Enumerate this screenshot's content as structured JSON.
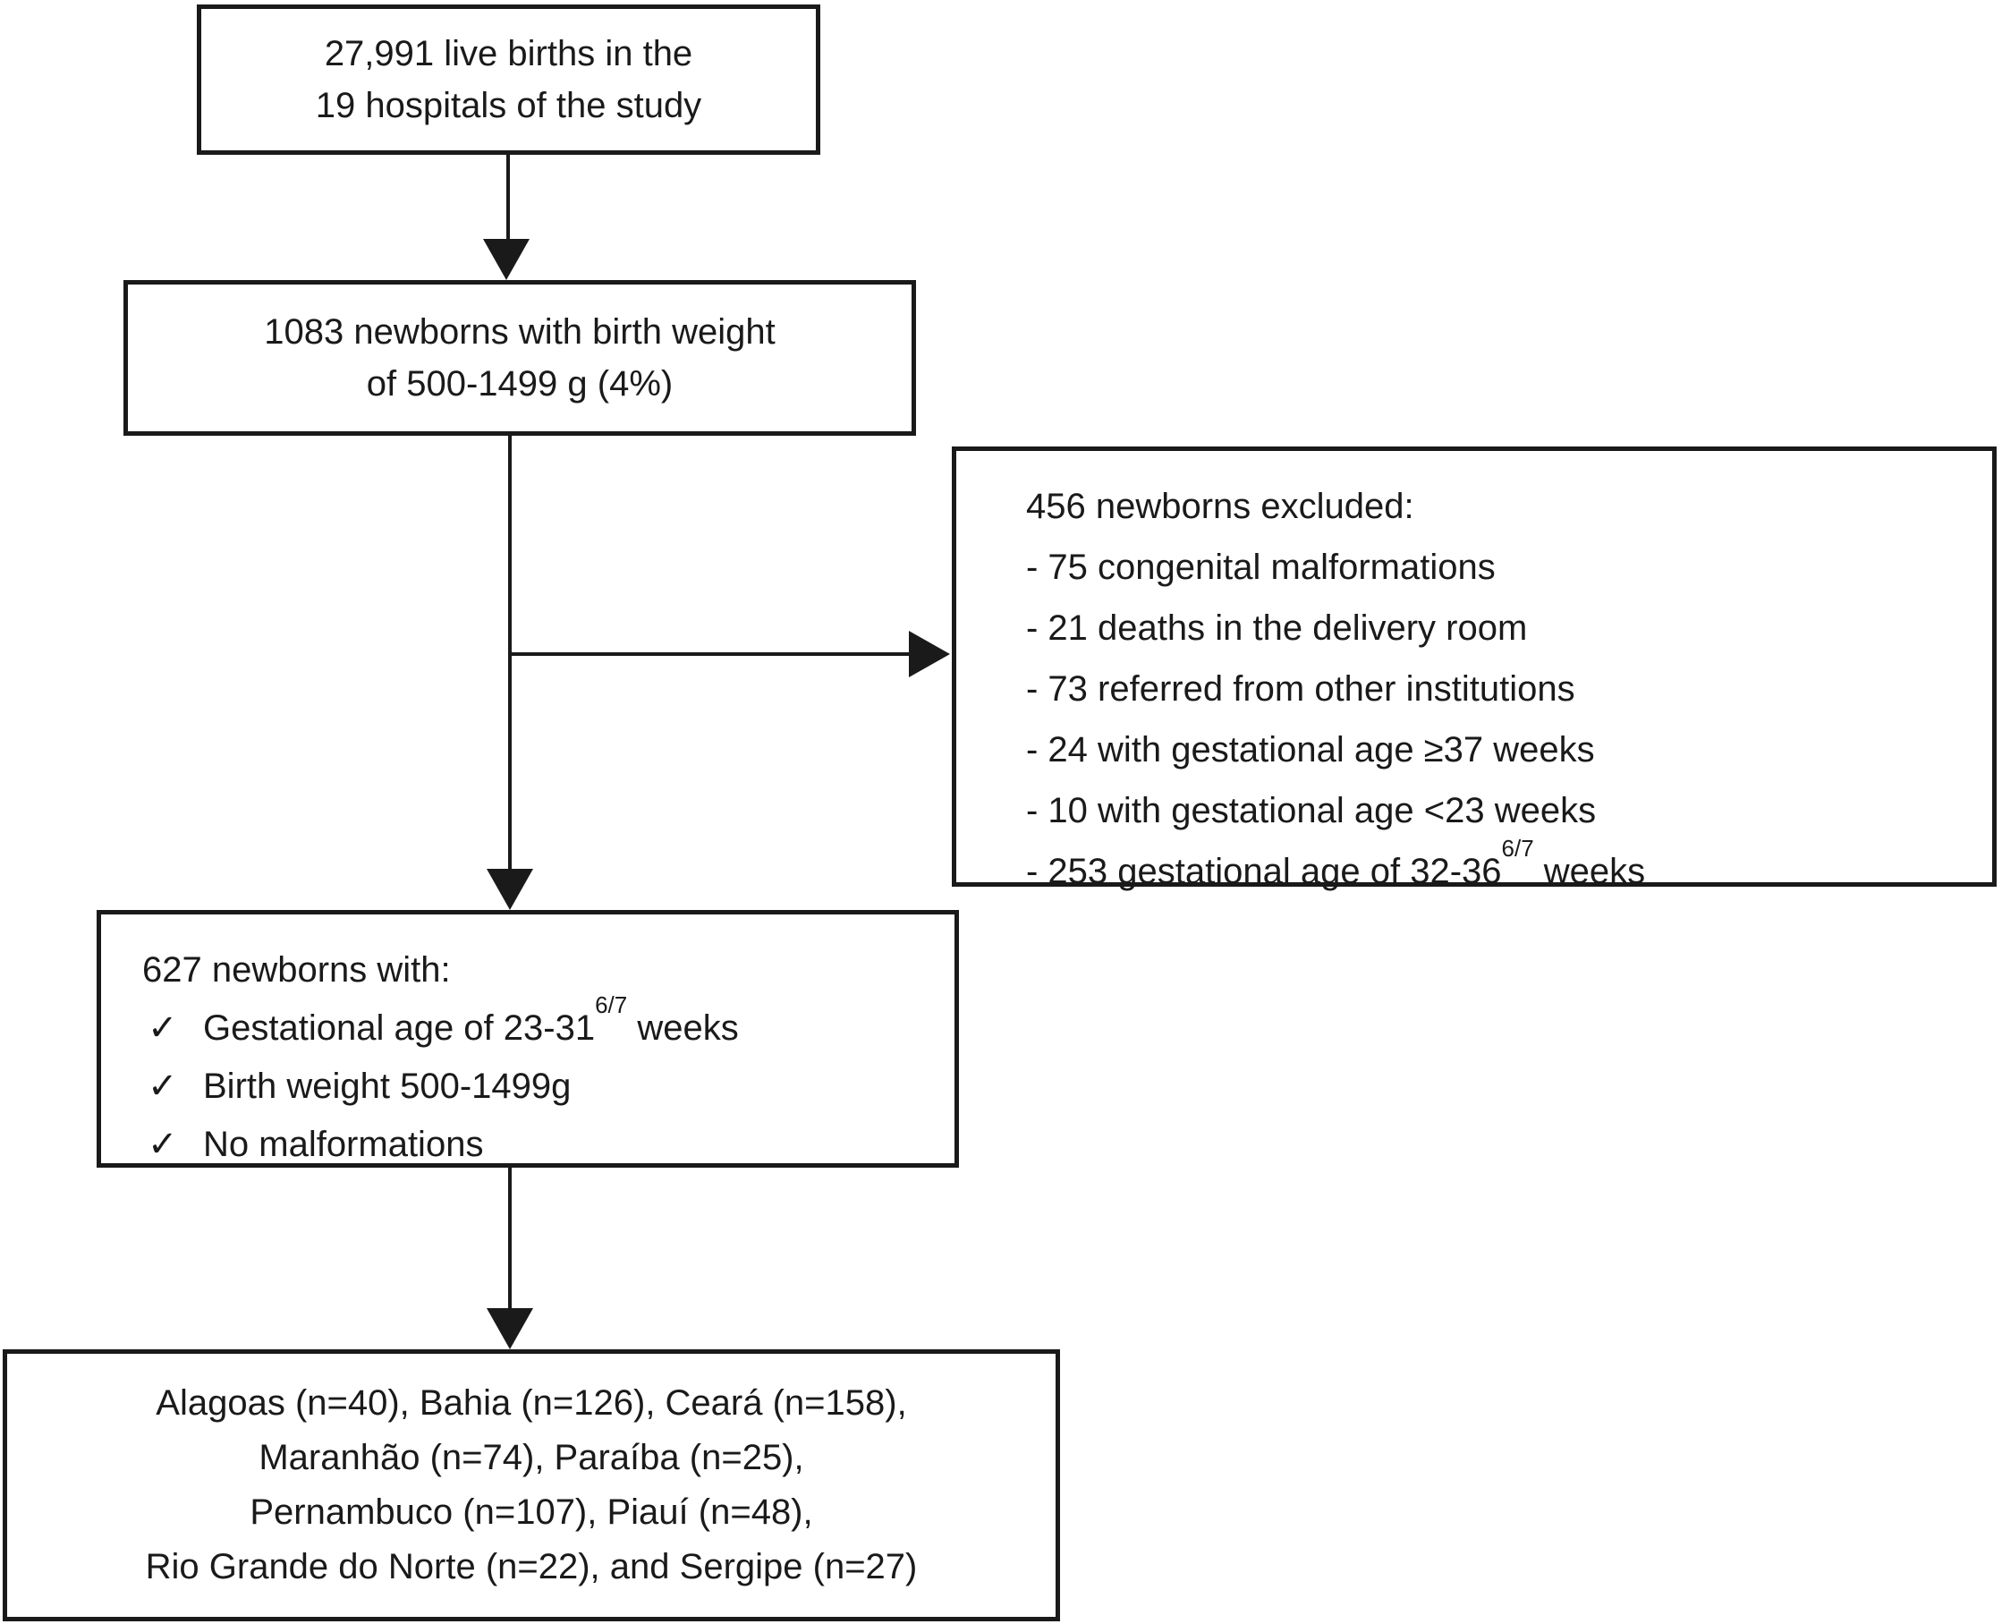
{
  "flowchart": {
    "colors": {
      "line": "#1a1a1a",
      "text": "#1a1a1a",
      "background": "#ffffff"
    },
    "box_live_births": {
      "line1": "27,991 live births in the",
      "line2": "19 hospitals of the study"
    },
    "box_birth_weight": {
      "line1": "1083 newborns with birth weight",
      "line2": "of 500-1499 g (4%)"
    },
    "box_excluded": {
      "title": "456 newborns excluded:",
      "items": [
        {
          "text": "- 75 congenital malformations"
        },
        {
          "text": "- 21 deaths in the delivery room"
        },
        {
          "text": "- 73 referred from other institutions"
        },
        {
          "text": "- 24 with gestational age ≥37 weeks"
        },
        {
          "text": "- 10 with gestational age <23 weeks"
        },
        {
          "text": "- 253 gestational age of 32-36",
          "sup": "6/7",
          "suffix": " weeks"
        }
      ]
    },
    "box_included": {
      "title": "627 newborns with:",
      "check_char": "✓",
      "items": [
        {
          "text": "Gestational age of 23-31",
          "sup": "6/7",
          "suffix": " weeks"
        },
        {
          "text": "Birth weight 500-1499g"
        },
        {
          "text": "No malformations"
        }
      ]
    },
    "box_states": {
      "line1": "Alagoas (n=40), Bahia (n=126), Ceará (n=158),",
      "line2": "Maranhão (n=74), Paraíba (n=25),",
      "line3": "Pernambuco (n=107), Piauí (n=48),",
      "line4": "Rio Grande do Norte (n=22), and Sergipe (n=27)"
    }
  }
}
